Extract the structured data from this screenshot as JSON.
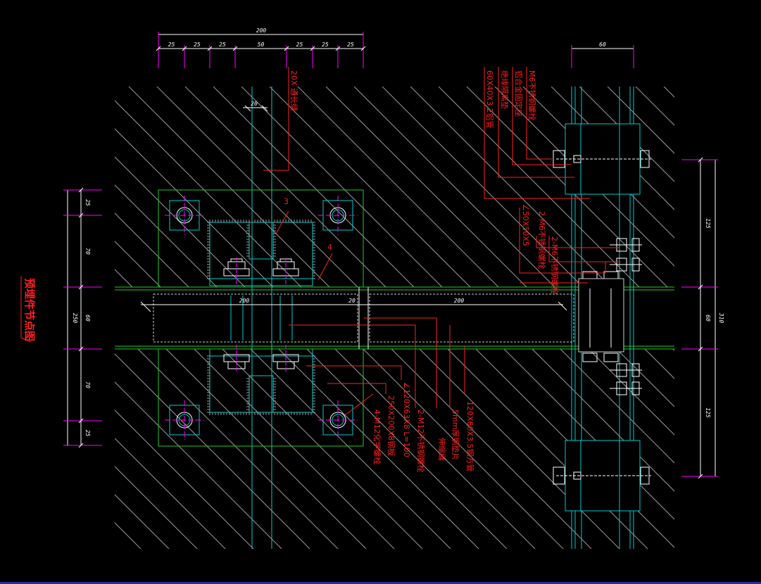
{
  "title": "预埋件节点图",
  "top_dims": {
    "total": "200",
    "segments": [
      "25",
      "25",
      "25",
      "50",
      "25",
      "25",
      "25"
    ]
  },
  "right_top_dim": "60",
  "left_dims": {
    "total": "250",
    "segments": [
      "25",
      "70",
      "60",
      "70",
      "25"
    ]
  },
  "right_dims": {
    "total": "310",
    "segments": [
      "125",
      "60",
      "125"
    ]
  },
  "inner_dims": {
    "d1": "200",
    "d2": "20",
    "d3": "200",
    "d4": "20"
  },
  "weld_marks": [
    "3",
    "4"
  ],
  "labels_top_left": "20X 通长缝",
  "labels_top_right": [
    "M6不锈钢螺栓",
    "铝合金固定座",
    "绝缘隔离垫",
    "60X40X3.2铝管"
  ],
  "labels_mid_right": [
    "∠50X50X5",
    "2-M6不锈钢螺栓",
    "2-M6不锈钢螺栓"
  ],
  "labels_bottom": [
    "∠120X63X8 L=100",
    "250X200X8钢板",
    "4-M12化学螺栓",
    "2-M12不锈钢螺栓",
    "5mm厚钢垫片",
    "伸缩缝",
    "120X60X3.5钢方管"
  ],
  "colors": {
    "background": "#000000",
    "dimension": "#ffffff",
    "extension": "#ff00ff",
    "annotation": "#ff2020",
    "steel": "#00cccc",
    "plate": "#22cc22",
    "hatch": "#9a9a9a"
  }
}
